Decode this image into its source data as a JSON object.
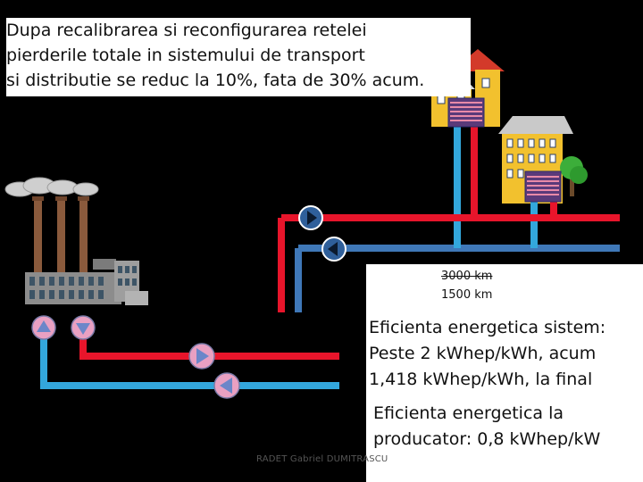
{
  "headline": {
    "line1": "Dupa recalibrarea si reconfigurarea retelei",
    "line2": "pierderile totale in sistemului de transport",
    "line3": "si distributie se reduc la 10%, fata de 30% acum."
  },
  "network": {
    "distance_old": "3000 km",
    "distance_new": "1500 km"
  },
  "efficiency_system": {
    "line1": "Eficienta energetica sistem:",
    "line2": "Peste 2 kWhep/kWh, acum",
    "line3": "1,418 kWhep/kWh,  la final"
  },
  "efficiency_producer": {
    "line1": "Eficienta energetica  la",
    "line2": "producator: 0,8 kWhep/kW"
  },
  "footer": {
    "credit": "RADET   Gabriel DUMITRASCU"
  },
  "colors": {
    "supply_pipe": "#e8152b",
    "return_pipe": "#33a7dc",
    "return_pipe_dark": "#3f78b8",
    "pump_fill": "#e9a0c2",
    "pump_arrow": "#6b86c9"
  }
}
